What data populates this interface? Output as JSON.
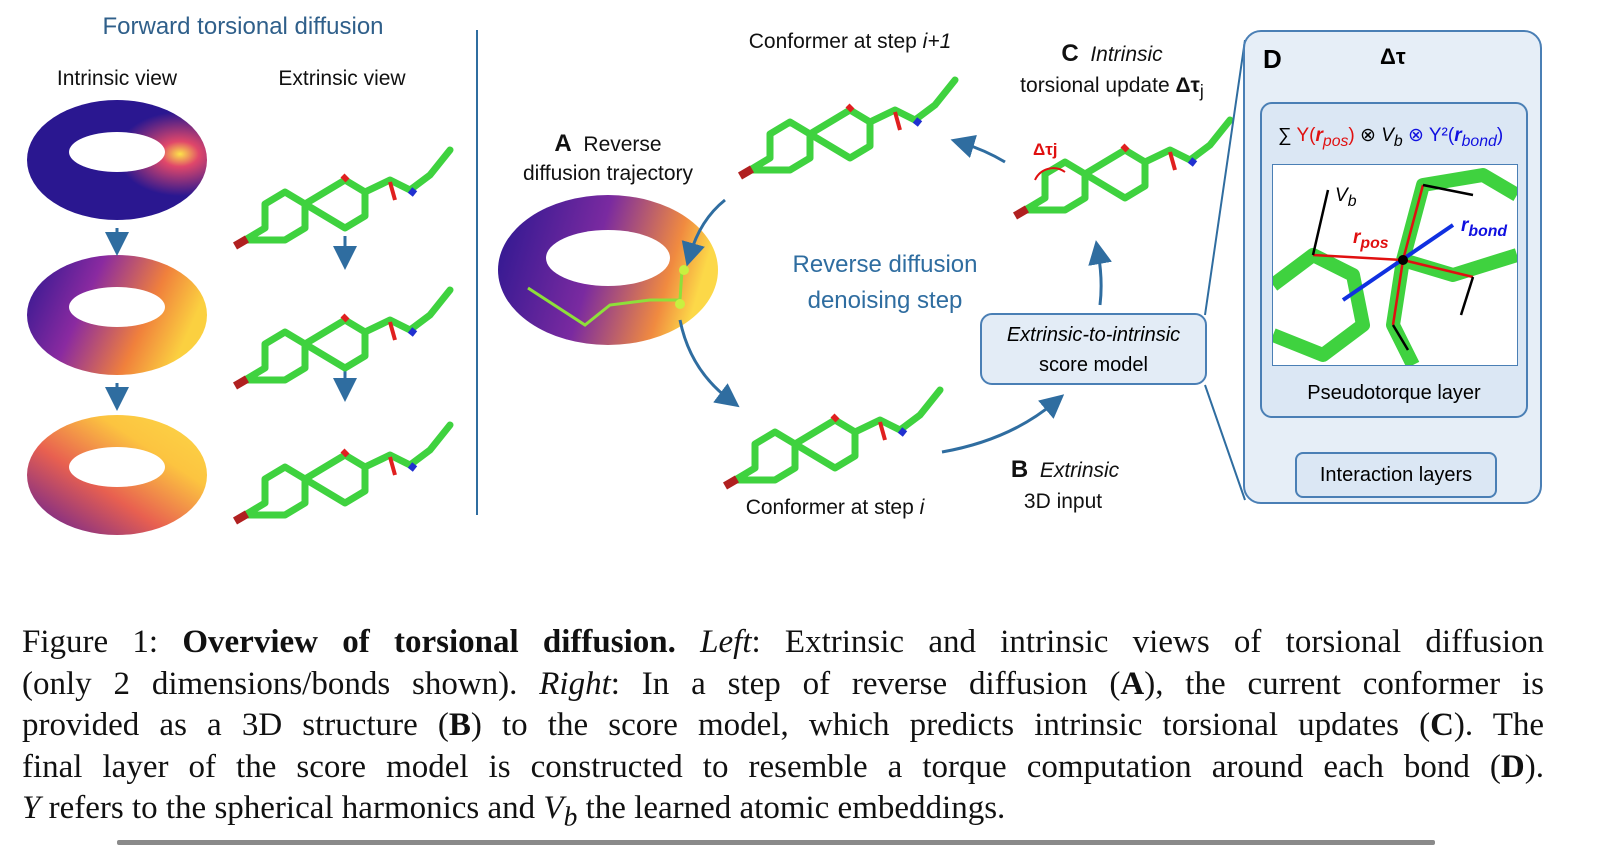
{
  "left": {
    "title": "Forward torsional diffusion",
    "intrinsic_label": "Intrinsic view",
    "extrinsic_label": "Extrinsic view"
  },
  "panel_a": {
    "letter": "A",
    "line1": "Reverse",
    "line2": "diffusion trajectory"
  },
  "center": {
    "step_next": "Conformer at step ",
    "step_next_var": "i+1",
    "step_cur": "Conformer at step ",
    "step_cur_var": "i",
    "denoise1": "Reverse diffusion",
    "denoise2": "denoising step"
  },
  "panel_c": {
    "letter": "C",
    "line1": "Intrinsic",
    "line2": "torsional update ",
    "delta": "Δτ",
    "sub": "j",
    "mol_label": "Δτj"
  },
  "score_box": {
    "line1": "Extrinsic-to-intrinsic",
    "line2": "score model"
  },
  "panel_b": {
    "letter": "B",
    "line1": "Extrinsic",
    "line2": "3D input"
  },
  "panel_d": {
    "letter": "D",
    "output": "Δτ",
    "formula": {
      "sum": "∑ ",
      "y": "Y(",
      "rpos": "r",
      "pos": "pos",
      ")": ")",
      "otimes1": " ⊗ ",
      "vb": "V",
      "b": "b",
      "otimes2": " ⊗ ",
      "y2": "Y²(",
      "rbond": "r",
      "bond": "bond",
      "close": ")"
    },
    "vb_label": "V",
    "vb_sub": "b",
    "rpos_label": "r",
    "rpos_sub": "pos",
    "rbond_label": "r",
    "rbond_sub": "bond",
    "pseudotorque": "Pseudotorque layer",
    "interaction": "Interaction layers"
  },
  "colors": {
    "accent": "#2f6da0",
    "red": "#e01010",
    "blue": "#1010e0",
    "box_fill": "#e3ecf6",
    "molecule": "#3fd23f"
  },
  "caption": [
    [
      {
        "t": "Figure 1: ",
        "s": ""
      },
      {
        "t": "Overview of torsional diffusion.",
        "s": "b"
      },
      {
        "t": " ",
        "s": ""
      },
      {
        "t": "Left",
        "s": "i"
      },
      {
        "t": ": Extrinsic and intrinsic views of torsional diffusion",
        "s": ""
      }
    ],
    [
      {
        "t": "(only 2 dimensions/bonds shown). ",
        "s": ""
      },
      {
        "t": "Right",
        "s": "i"
      },
      {
        "t": ": In a step of reverse diffusion (",
        "s": ""
      },
      {
        "t": "A",
        "s": "b"
      },
      {
        "t": "), the current conformer is",
        "s": ""
      }
    ],
    [
      {
        "t": "provided as a 3D structure (",
        "s": ""
      },
      {
        "t": "B",
        "s": "b"
      },
      {
        "t": ") to the score model, which predicts intrinsic torsional updates (",
        "s": ""
      },
      {
        "t": "C",
        "s": "b"
      },
      {
        "t": "). The",
        "s": ""
      }
    ],
    [
      {
        "t": "final layer of the score model is constructed to resemble a torque computation around each bond (",
        "s": ""
      },
      {
        "t": "D",
        "s": "b"
      },
      {
        "t": ").",
        "s": ""
      }
    ],
    [
      {
        "t": "Y",
        "s": "i"
      },
      {
        "t": " refers to the spherical harmonics and ",
        "s": ""
      },
      {
        "t": "V",
        "s": "i"
      },
      {
        "t": "b",
        "s": "sub"
      },
      {
        "t": " the learned atomic embeddings.",
        "s": ""
      }
    ]
  ]
}
